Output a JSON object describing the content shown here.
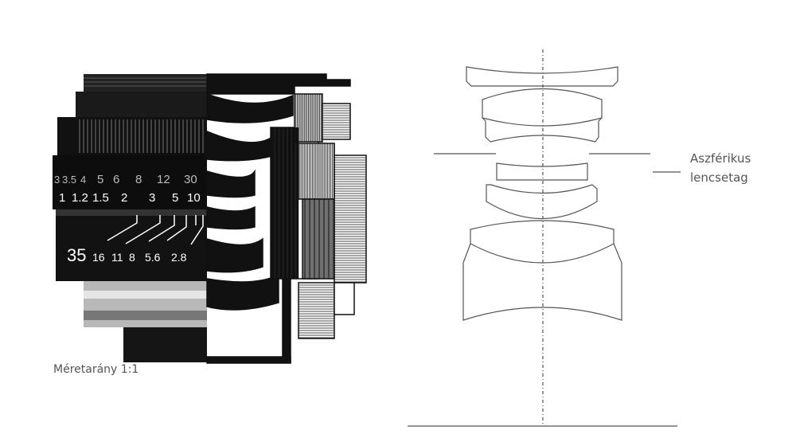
{
  "caption": "Méretarány 1:1",
  "annotation": {
    "line1": "Aszférikus",
    "line2": "lencsetag"
  },
  "lens_markings": {
    "dof_scale": [
      "3",
      "3.5",
      "4",
      "5",
      "6",
      "8",
      "12",
      "30"
    ],
    "distance_scale": [
      "1",
      "1.2",
      "1.5",
      "2",
      "3",
      "5",
      "10"
    ],
    "focal_length": "35",
    "aperture_scale": [
      "16",
      "11",
      "8",
      "5.6",
      "2.8"
    ]
  },
  "colors": {
    "line": "#555555",
    "body": "#111111"
  }
}
